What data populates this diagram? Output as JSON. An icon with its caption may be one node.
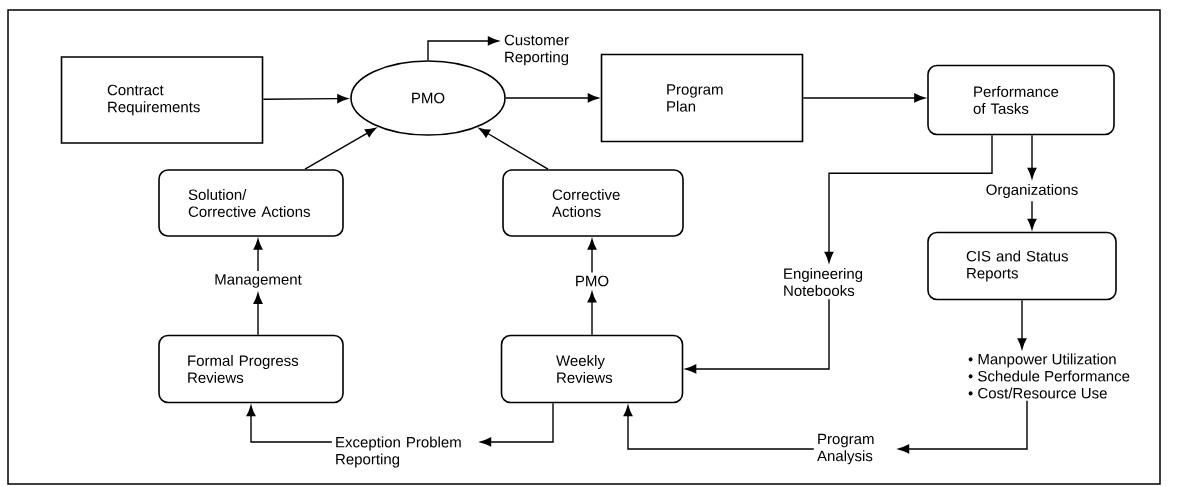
{
  "diagram": {
    "nodes": [
      {
        "text": [
          "Contract Requirements"
        ]
      },
      {
        "text": [
          "PMO"
        ]
      },
      {
        "text": [
          "Customer Reporting"
        ]
      },
      {
        "text": [
          "Program Plan"
        ]
      },
      {
        "text": [
          "Performance of Tasks"
        ]
      },
      {
        "text": [
          "Solution/ Corrective Actions"
        ]
      },
      {
        "text": [
          "Corrective Actions"
        ]
      },
      {
        "text": [
          "Management"
        ]
      },
      {
        "text": [
          "PMO"
        ]
      },
      {
        "text": [
          "Engineering Notebooks"
        ]
      },
      {
        "text": [
          "Organizations"
        ]
      },
      {
        "text": [
          "CIS and Status Reports"
        ]
      },
      {
        "text": [
          "• Manpower Utilization",
          "• Schedule Performance",
          "• Cost/Resource Use"
        ]
      },
      {
        "text": [
          "Formal Progress Reviews"
        ]
      },
      {
        "text": [
          "Weekly Reviews"
        ]
      },
      {
        "text": [
          "Exception Problem Reporting"
        ]
      },
      {
        "text": [
          "Program Analysis"
        ]
      }
    ],
    "edges": [
      {
        "from": 0,
        "to": 1,
        "arrow": "to"
      },
      {
        "from": 1,
        "to": 2,
        "arrow": "to"
      },
      {
        "from": 1,
        "to": 3,
        "arrow": "to"
      },
      {
        "from": 3,
        "to": 4,
        "arrow": "to"
      },
      {
        "from": 5,
        "to": 1,
        "arrow": "to"
      },
      {
        "from": 6,
        "to": 1,
        "arrow": "to"
      },
      {
        "from": 7,
        "to": 5,
        "arrow": "to"
      },
      {
        "from": 13,
        "to": 7,
        "arrow": "to"
      },
      {
        "from": 14,
        "to": 8,
        "arrow": "to"
      },
      {
        "from": 8,
        "to": 6,
        "arrow": "to"
      },
      {
        "from": 4,
        "to": 9,
        "arrow": "to"
      },
      {
        "from": 9,
        "to": 14,
        "arrow": "to"
      },
      {
        "from": 4,
        "to": 10,
        "arrow": "to"
      },
      {
        "from": 10,
        "to": 11,
        "arrow": "to"
      },
      {
        "from": 11,
        "to": 12,
        "arrow": "to"
      },
      {
        "from": 12,
        "to": 16,
        "arrow": "to"
      },
      {
        "from": 16,
        "to": 14,
        "arrow": "to"
      },
      {
        "from": 14,
        "to": 15,
        "arrow": "to"
      },
      {
        "from": 15,
        "to": 13,
        "arrow": "to"
      }
    ]
  }
}
